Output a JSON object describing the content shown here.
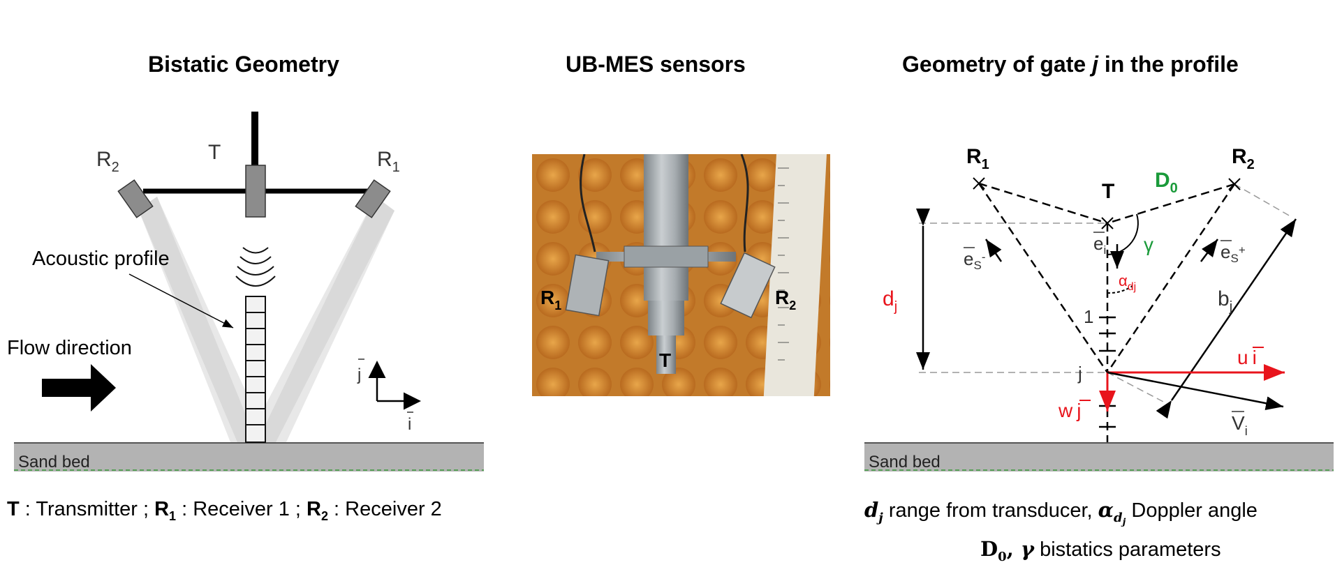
{
  "left_panel": {
    "title": "Bistatic Geometry",
    "label_r2": "R",
    "label_r2_sub": "2",
    "label_t": "T",
    "label_r1": "R",
    "label_r1_sub": "1",
    "acoustic_profile_label": "Acoustic profile",
    "flow_direction_label": "Flow direction",
    "axis_j": "j",
    "axis_i": "i",
    "sand_bed_label": "Sand bed",
    "caption": {
      "t_bold": "T",
      "t_text": " : Transmitter ; ",
      "r1_bold": "R",
      "r1_sub": "1",
      "r1_text": " : Receiver 1 ; ",
      "r2_bold": "R",
      "r2_sub": "2",
      "r2_text": " : Receiver 2"
    }
  },
  "middle_panel": {
    "title": "UB-MES sensors",
    "label_r1": "R",
    "label_r1_sub": "1",
    "label_r2": "R",
    "label_r2_sub": "2",
    "label_t": "T"
  },
  "right_panel": {
    "title_prefix": "Geometry of gate ",
    "title_var": "j",
    "title_suffix": " in the profile",
    "label_r1": "R",
    "label_r1_sub": "1",
    "label_r2": "R",
    "label_r2_sub": "2",
    "label_t": "T",
    "label_d0": "D",
    "label_d0_sub": "0",
    "label_gamma": "γ",
    "label_ei": "e",
    "label_ei_sub": "i",
    "label_es_minus": "e",
    "label_es_minus_sub": "S",
    "label_es_minus_sup": "-",
    "label_es_plus": "e",
    "label_es_plus_sub": "S",
    "label_es_plus_sup": "+",
    "label_alpha": "α",
    "label_alpha_sub": "dj",
    "label_dj": "d",
    "label_dj_sub": "j",
    "label_bj": "b",
    "label_bj_sub": "j",
    "label_gate_1": "1",
    "label_gate_j": "j",
    "label_u": "u",
    "label_u_vec": "i",
    "label_w": "w",
    "label_w_vec": "j",
    "label_v": "V",
    "label_v_sub": "i",
    "sand_bed_label": "Sand bed",
    "caption1": {
      "d_var": "d",
      "d_sub": "j",
      "text1": " range from transducer, ",
      "alpha_var": "α",
      "alpha_sub": "d",
      "alpha_sub2": "j",
      "text2": " Doppler angle"
    },
    "caption2": {
      "d0_var": "D",
      "d0_sub": "0",
      "sep": ", ",
      "gamma_var": "γ",
      "text": " bistatics parameters"
    }
  },
  "colors": {
    "red": "#e8141c",
    "green": "#1a9a3a",
    "beam_gray": "#d9d9d9",
    "sand_gray": "#b3b3b3",
    "sensor_gray": "#8c8c8c"
  }
}
